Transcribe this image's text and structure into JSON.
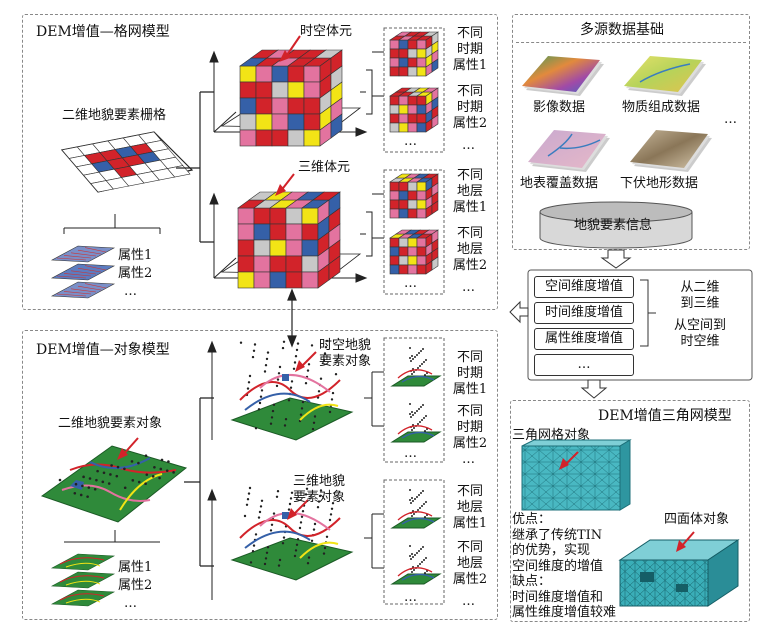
{
  "grid_model": {
    "title": "DEM增值—格网模型",
    "plane_label": "二维地貌要素栅格",
    "spacetime_voxel": "时空体元",
    "voxel_3d": "三维体元",
    "attr_1": "属性1",
    "attr_2": "属性2",
    "ellipsis": "…",
    "time_attr_1": [
      "不同",
      "时期",
      "属性1"
    ],
    "time_attr_2": [
      "不同",
      "时期",
      "属性2"
    ],
    "layer_attr_1": [
      "不同",
      "地层",
      "属性1"
    ],
    "layer_attr_2": [
      "不同",
      "地层",
      "属性2"
    ]
  },
  "object_model": {
    "title": "DEM增值—对象模型",
    "plane_label": "二维地貌要素对象",
    "spacetime_object": [
      "时空地貌",
      "要素对象"
    ],
    "object_3d": [
      "三维地貌",
      "要素对象"
    ],
    "attr_1": "属性1",
    "attr_2": "属性2",
    "ellipsis": "…",
    "time_attr_1": [
      "不同",
      "时期",
      "属性1"
    ],
    "time_attr_2": [
      "不同",
      "时期",
      "属性2"
    ],
    "layer_attr_1": [
      "不同",
      "地层",
      "属性1"
    ],
    "layer_attr_2": [
      "不同",
      "地层",
      "属性2"
    ]
  },
  "data_foundation": {
    "title": "多源数据基础",
    "image_data": "影像数据",
    "material_data": "物质组成数据",
    "landcover_data": "地表覆盖数据",
    "subsurface_data": "下伏地形数据",
    "ellipsis": "…",
    "database": "地貌要素信息"
  },
  "increments": {
    "spatial": "空间维度增值",
    "temporal": "时间维度增值",
    "attribute": "属性维度增值",
    "more": "…",
    "note_1": [
      "从二维",
      "到三维"
    ],
    "note_2": [
      "从空间到",
      "时空维"
    ]
  },
  "tin_model": {
    "title": "DEM增值三角网模型",
    "triangle_obj": "三角网格对象",
    "tetra_obj": "四面体对象",
    "desc": [
      "优点：",
      "继承了传统TIN",
      "的优势，实现",
      "空间维度的增值",
      "缺点：",
      "时间维度增值和",
      "属性维度增值较难"
    ]
  },
  "colors": {
    "red": "#d2232a",
    "blue": "#3560a8",
    "pink": "#e3739f",
    "yellow": "#f2e416",
    "green": "#2f8a3a",
    "teal": "#3aaeb8"
  }
}
